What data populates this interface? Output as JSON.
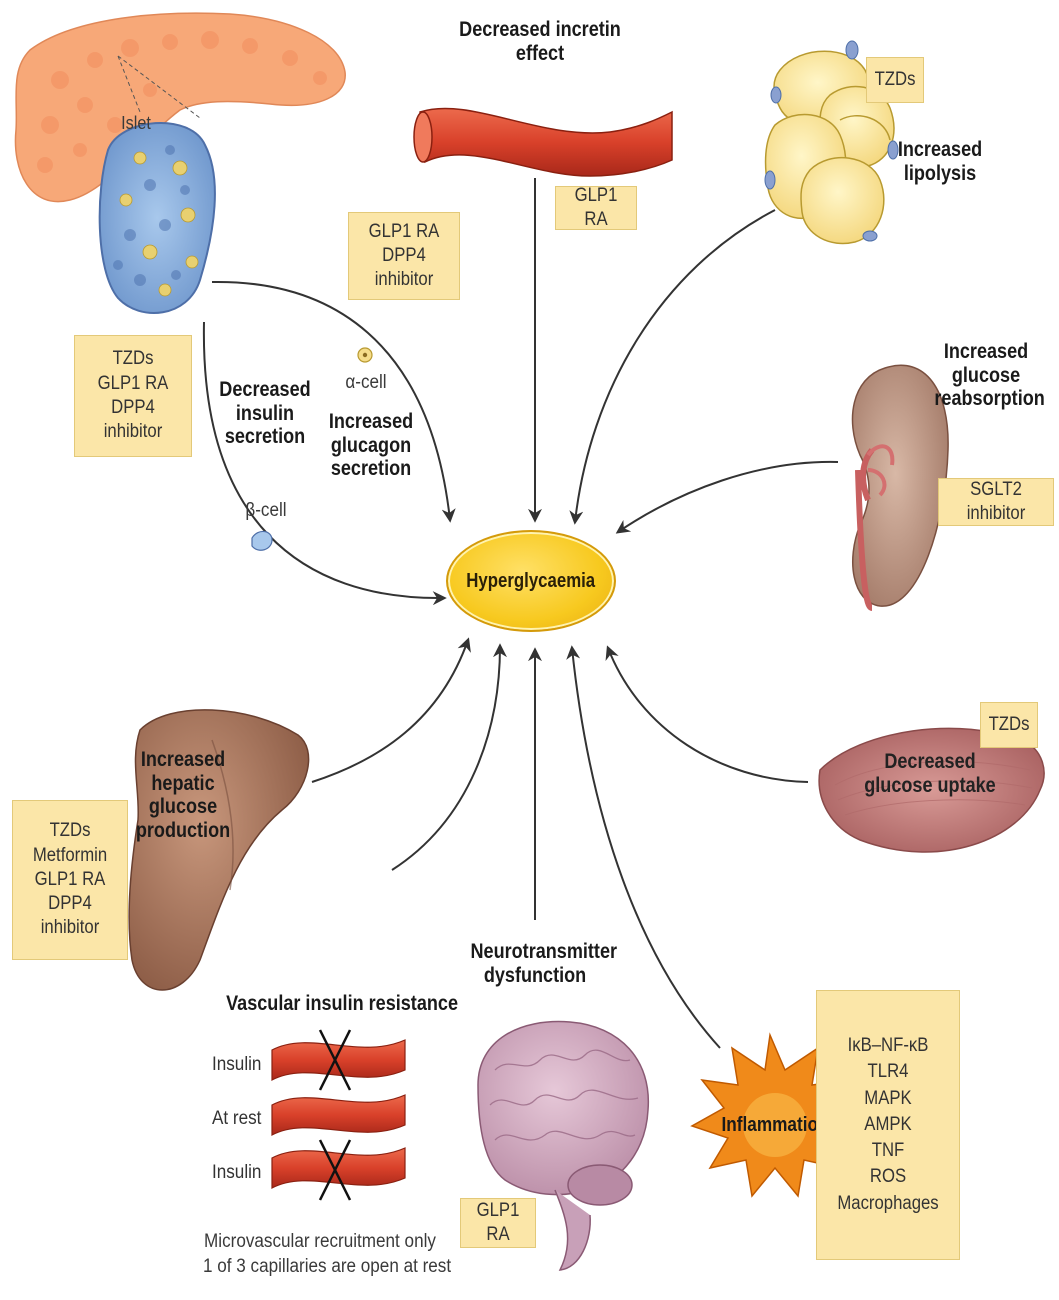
{
  "center": {
    "label": "Hyperglycaemia"
  },
  "pancreas": {
    "islet_label": "Islet",
    "drugs": [
      "TZDs",
      "GLP1 RA",
      "DPP4 inhibitor"
    ],
    "insulin_line1": "Decreased",
    "insulin_line2": "insulin",
    "insulin_line3": "secretion",
    "beta_cell": "β-cell",
    "alpha_cell": "α-cell",
    "glucagon_line1": "Increased",
    "glucagon_line2": "glucagon",
    "glucagon_line3": "secretion"
  },
  "incretin": {
    "title_line1": "Decreased incretin",
    "title_line2": "effect",
    "box_drug": "GLP1 RA",
    "drugs": [
      "GLP1 RA",
      "DPP4 inhibitor"
    ]
  },
  "adipose": {
    "drug": "TZDs",
    "title_line1": "Increased",
    "title_line2": "lipolysis"
  },
  "kidney": {
    "title_line1": "Increased",
    "title_line2": "glucose",
    "title_line3": "reabsorption",
    "drug": "SGLT2 inhibitor"
  },
  "muscle": {
    "drug": "TZDs",
    "title_line1": "Decreased",
    "title_line2": "glucose uptake"
  },
  "liver": {
    "title_line1": "Increased",
    "title_line2": "hepatic",
    "title_line3": "glucose",
    "title_line4": "production",
    "drugs": [
      "TZDs",
      "Metformin",
      "GLP1 RA",
      "DPP4 inhibitor"
    ]
  },
  "vascular": {
    "title": "Vascular insulin resistance",
    "row1": "Insulin",
    "row2": "At rest",
    "row3": "Insulin",
    "note_line1": "Microvascular recruitment only",
    "note_line2": "1 of 3 capillaries are open at rest"
  },
  "brain": {
    "title_line1": "Neurotransmitter",
    "title_line2": "dysfunction",
    "drug": "GLP1 RA"
  },
  "inflammation": {
    "label": "Inflammation",
    "factors": [
      "IκB–NF-κB",
      "TLR4",
      "MAPK",
      "AMPK",
      "TNF",
      "ROS",
      "Macrophages"
    ]
  },
  "colors": {
    "drug_box": "#fbe6a8",
    "hyper_fill": "#f7c91f",
    "vessel": "#d9412a",
    "liver": "#9c6b52",
    "kidney": "#a88070",
    "muscle": "#b87070",
    "fat": "#fbe6a0",
    "brain": "#c8a0b8",
    "pancreas": "#f7a878",
    "islet": "#7ea6d8",
    "inflammation": "#f08a1a"
  }
}
